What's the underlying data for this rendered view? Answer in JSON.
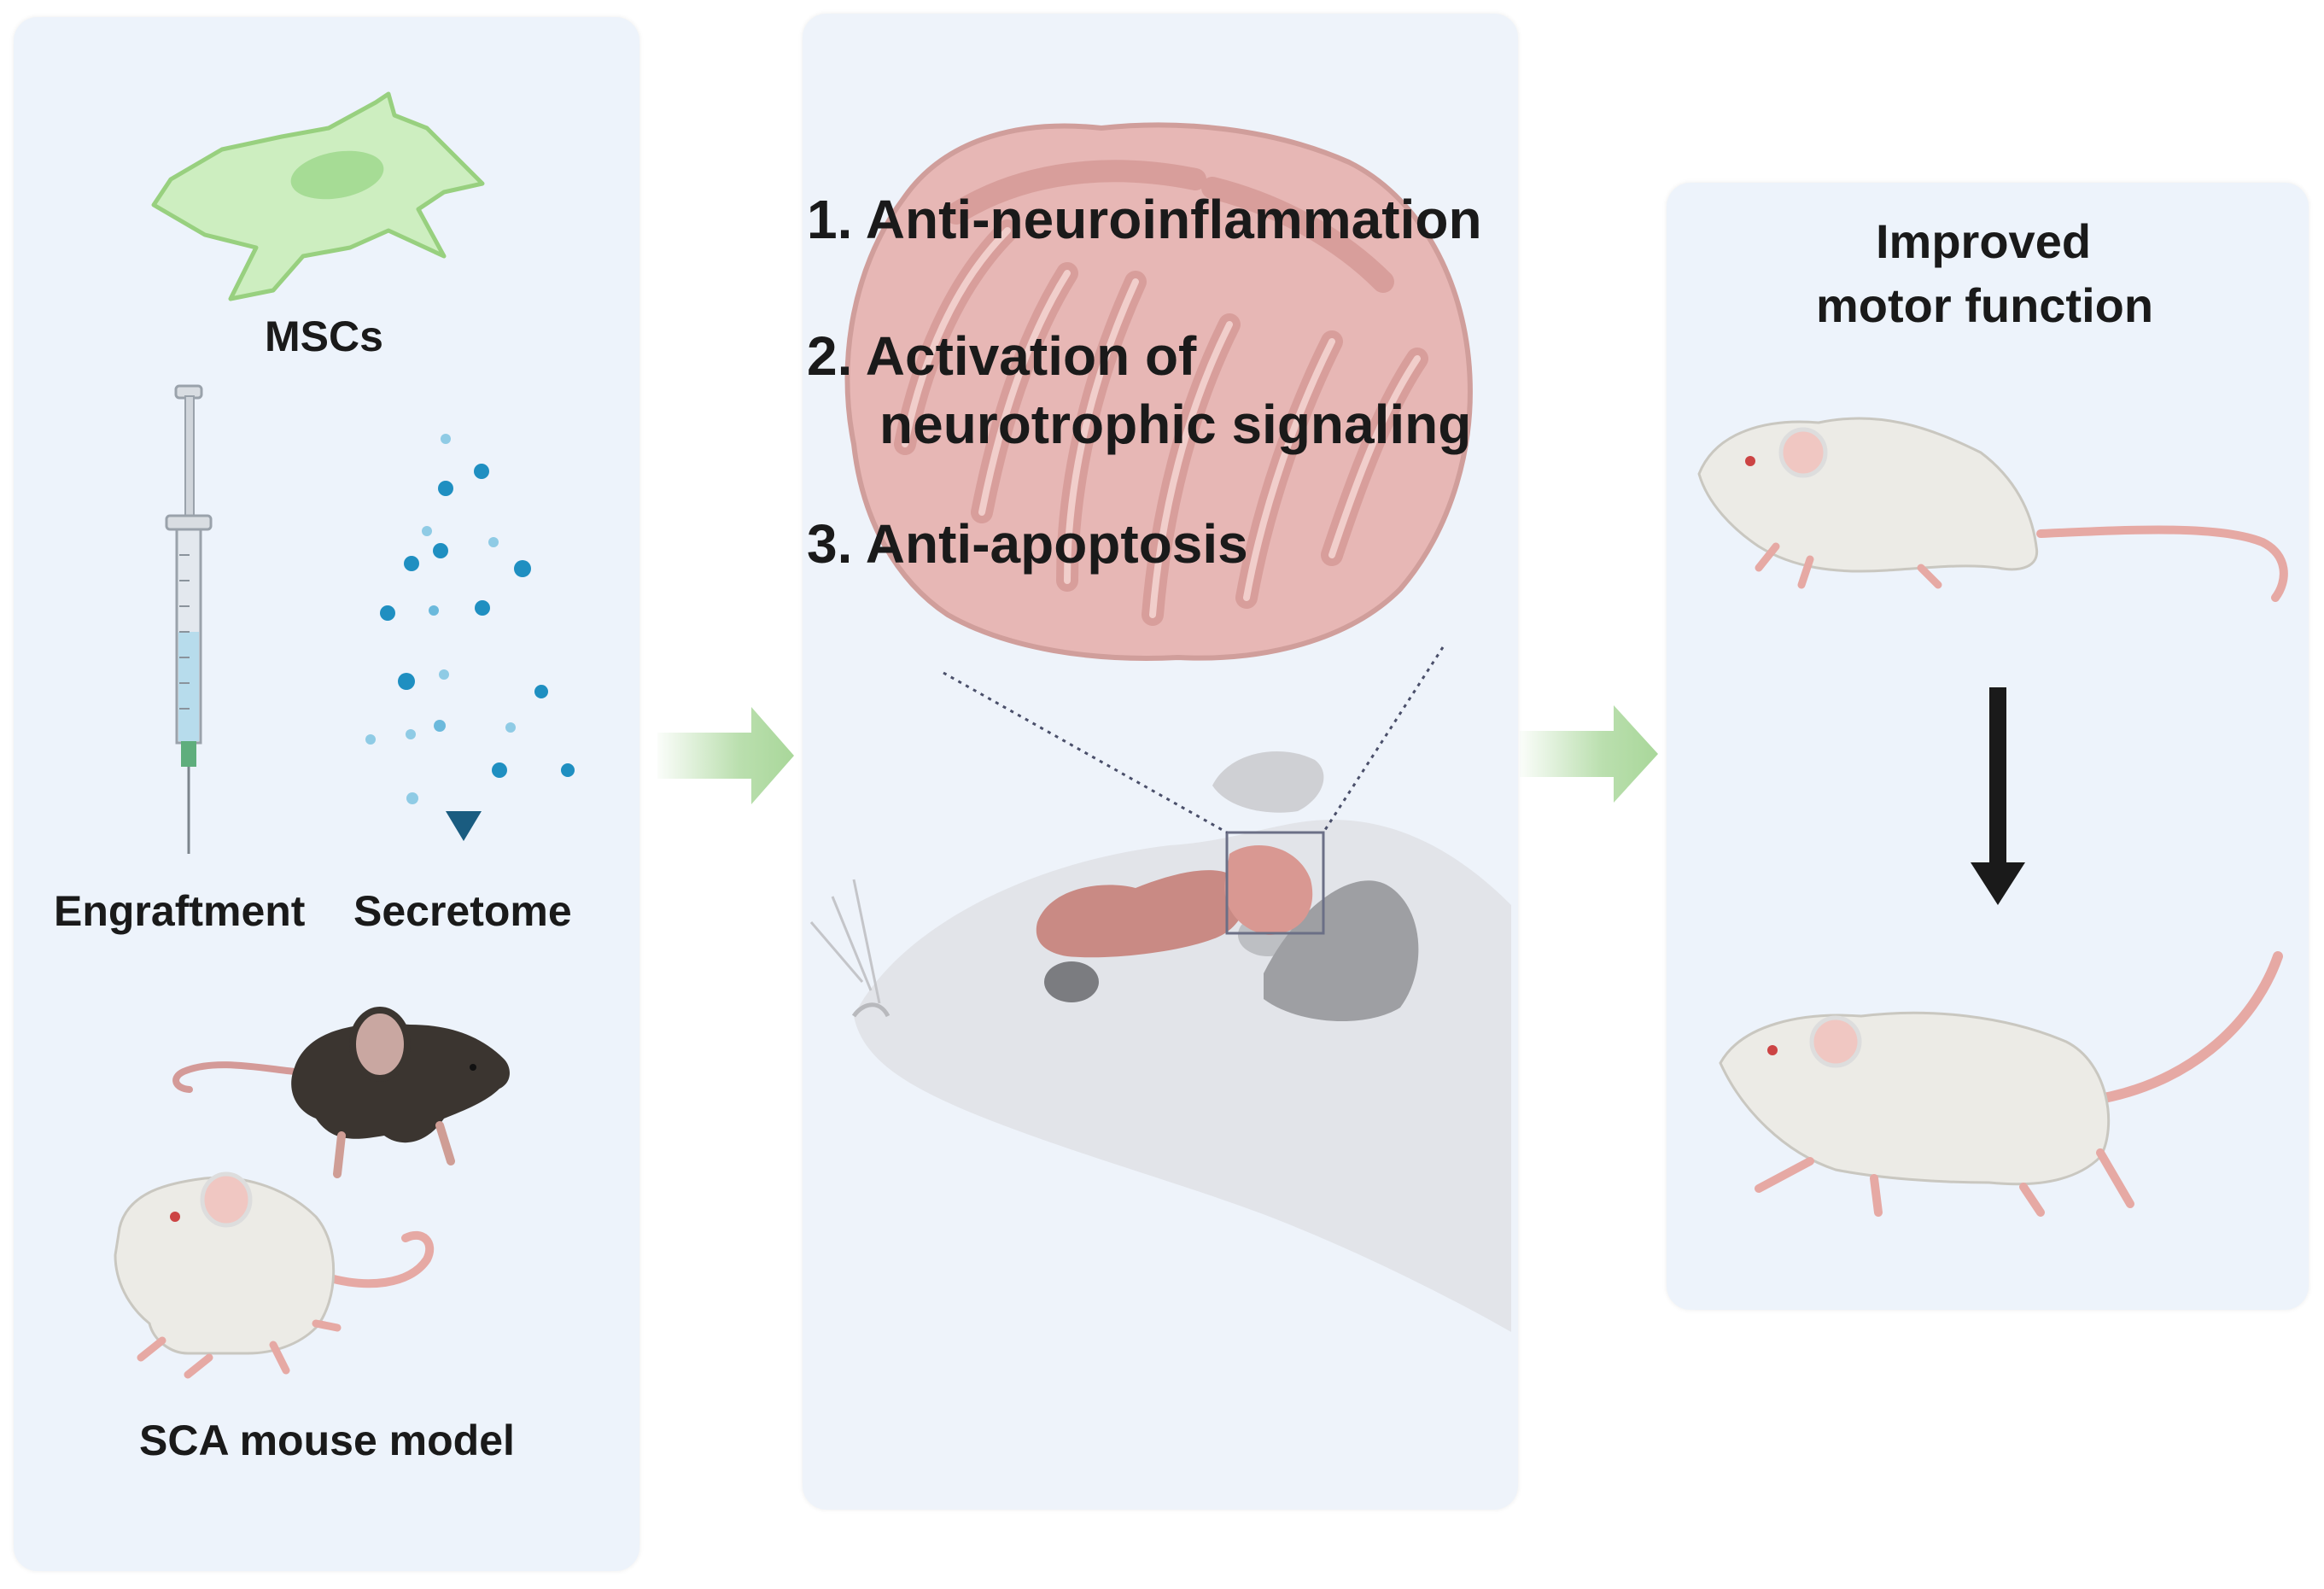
{
  "left_panel": {
    "cell_label": "MSCs",
    "engraftment_label": "Engraftment",
    "secretome_label": "Secretome",
    "model_label": "SCA mouse model"
  },
  "middle_panel": {
    "effects": [
      "1. Anti-neuroinflammation",
      "2. Activation of",
      "neurotrophic signaling",
      "3. Anti-apoptosis"
    ]
  },
  "right_panel": {
    "outcome_line1": "Improved",
    "outcome_line2": "motor function"
  },
  "colors": {
    "panel_bg": "#edf3fb",
    "cell_green": "#cdeec0",
    "flow_arrow": "#a9d79a",
    "brain_pink": "#e6a9a4",
    "mouse_white": "#ecebe6",
    "mouse_black": "#3b3530",
    "secretome_blue": "#1f8fc1"
  }
}
